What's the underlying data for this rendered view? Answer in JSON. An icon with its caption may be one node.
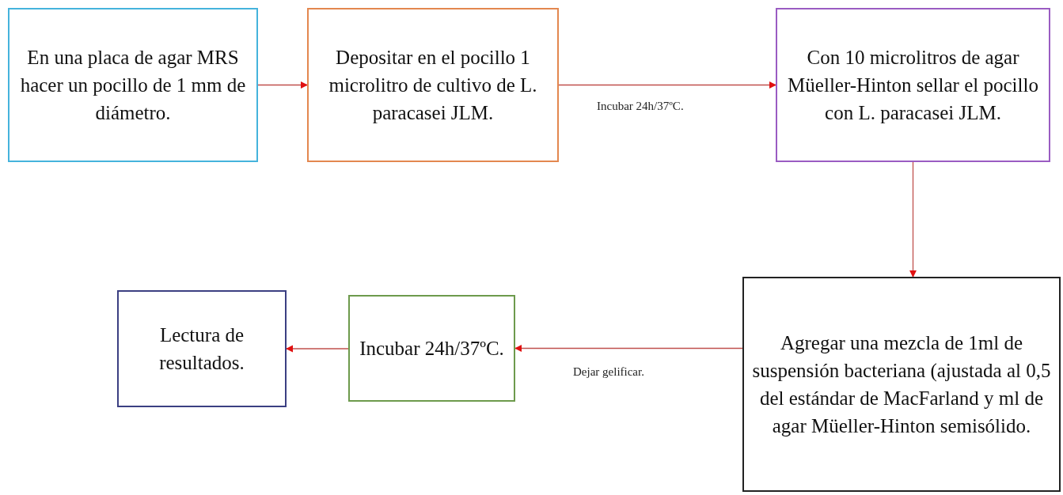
{
  "diagram": {
    "nodes": [
      {
        "text": [
          "En una placa de agar MRS hacer un pocillo de 1 mm de diámetro."
        ]
      },
      {
        "text": [
          "Depositar en el pocillo 1 microlitro de cultivo de L. paracasei JLM."
        ]
      },
      {
        "text": [
          "Con 10 microlitros de agar Müeller-Hinton sellar el pocillo con L. paracasei JLM."
        ]
      },
      {
        "text": [
          "Agregar una mezcla de 1ml de suspensión bacteriana (ajustada al 0,5 del estándar de MacFarland y ml de agar Müeller-Hinton semisólido."
        ]
      },
      {
        "text": [
          "Incubar 24h/37ºC."
        ]
      },
      {
        "text": [
          "Lectura de resultados."
        ]
      }
    ],
    "edges": [
      {
        "from": 0,
        "to": 1,
        "arrow": "to"
      },
      {
        "from": 1,
        "to": 2,
        "arrow": "to",
        "label": "Incubar 24h/37ºC."
      },
      {
        "from": 2,
        "to": 3,
        "arrow": "to"
      },
      {
        "from": 3,
        "to": 4,
        "arrow": "to",
        "label": "Dejar gelificar."
      },
      {
        "from": 4,
        "to": 5,
        "arrow": "to"
      }
    ]
  }
}
